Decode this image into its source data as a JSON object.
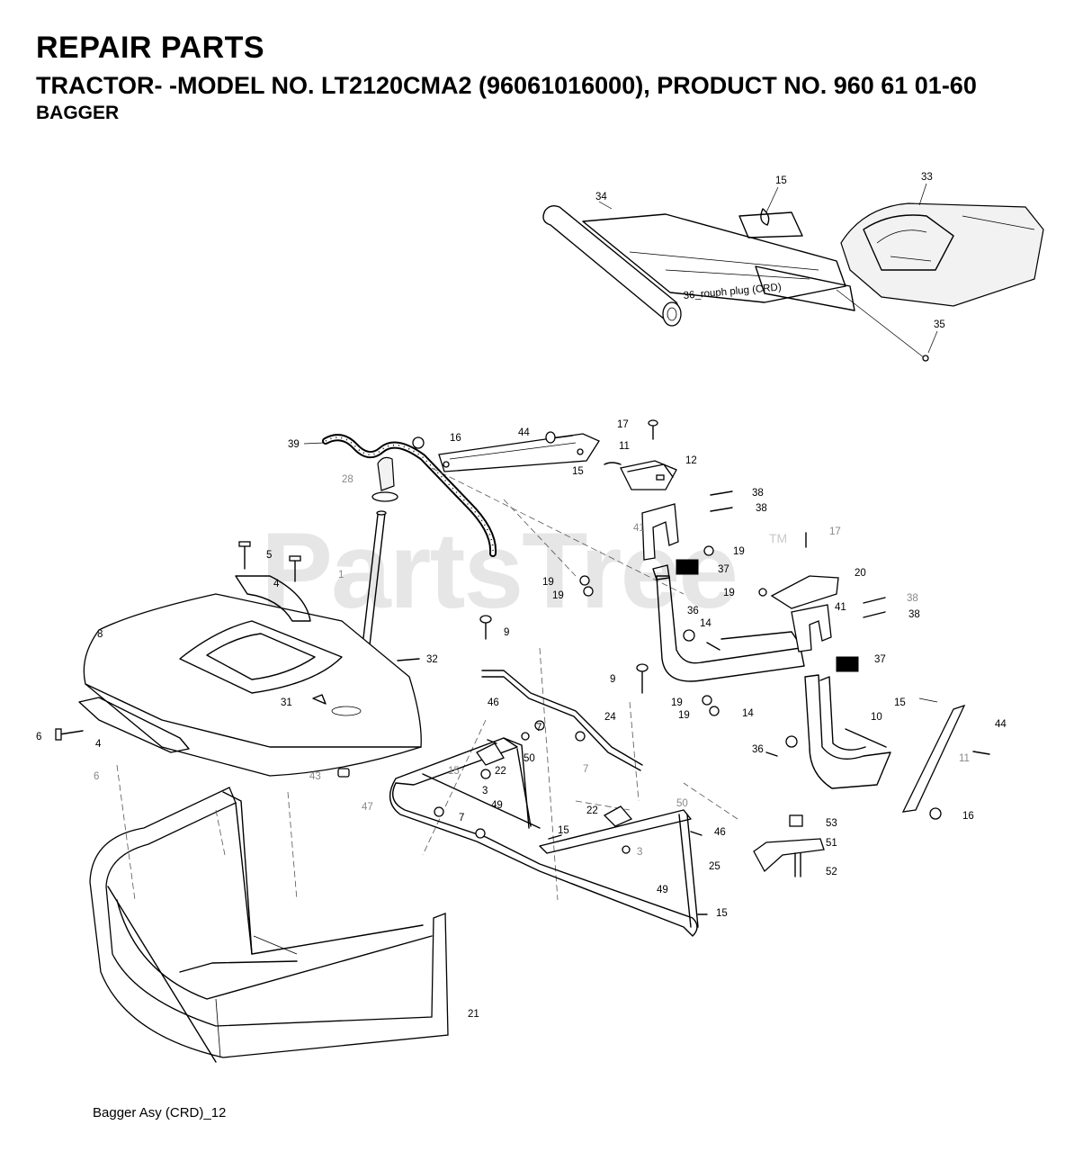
{
  "header": {
    "title": "REPAIR PARTS",
    "subtitle": "TRACTOR- -MODEL NO. LT2120CMA2 (96061016000), PRODUCT NO. 960 61 01-60",
    "section": "BAGGER"
  },
  "watermark": {
    "text": "PartsTree",
    "trademark": "TM"
  },
  "footer": {
    "code": "Bagger Asy (CRD)_12"
  },
  "diagram": {
    "plug_note": "36_rouph plug (CRD)",
    "callouts": [
      "34",
      "15",
      "33",
      "35",
      "39",
      "16",
      "44",
      "17",
      "11",
      "15",
      "12",
      "28",
      "38",
      "38",
      "41",
      "19",
      "17",
      "37",
      "20",
      "1",
      "5",
      "19",
      "19",
      "19",
      "4",
      "8",
      "36",
      "14",
      "41",
      "38",
      "9",
      "38",
      "37",
      "32",
      "9",
      "19",
      "19",
      "14",
      "36",
      "10",
      "15",
      "44",
      "31",
      "46",
      "24",
      "7",
      "6",
      "4",
      "7",
      "22",
      "50",
      "6",
      "43",
      "15",
      "11",
      "16",
      "47",
      "3",
      "49",
      "7",
      "22",
      "15",
      "50",
      "46",
      "3",
      "53",
      "51",
      "25",
      "52",
      "49",
      "15",
      "21"
    ]
  }
}
